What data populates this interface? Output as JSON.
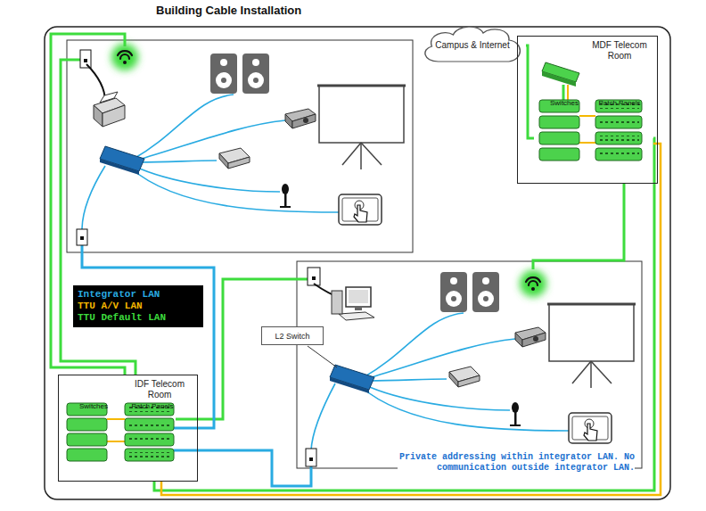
{
  "diagram": {
    "title": "Building Cable Installation",
    "nodes": [
      {
        "text": [
          "Campus & Internet"
        ]
      },
      {
        "text": [
          "MDF Telecom Room"
        ]
      },
      {
        "text": [
          "Switches"
        ],
        "in": 1
      },
      {
        "text": [
          "Patch Panels"
        ],
        "in": 1
      },
      {
        "text": [
          "IDF Telecom Room"
        ]
      },
      {
        "text": [
          "Switches"
        ],
        "in": 4
      },
      {
        "text": [
          "Patch Panels"
        ],
        "in": 4
      },
      {
        "text": [
          "L2 Switch"
        ]
      }
    ],
    "edges": [
      {
        "from": 0,
        "to": 2,
        "arrow": "none"
      },
      {
        "from": 3,
        "to": 6,
        "arrow": "none"
      },
      {
        "from": 3,
        "to": 6,
        "arrow": "none"
      }
    ],
    "labels": [
      "Private addressing within integrator LAN. No communication outside integrator LAN."
    ],
    "legend": [
      {
        "text": "Integrator LAN",
        "color": "#29abe2"
      },
      {
        "text": "TTU A/V LAN",
        "color": "#f5b800"
      },
      {
        "text": "TTU Default LAN",
        "color": "#3ddc3d"
      }
    ]
  }
}
